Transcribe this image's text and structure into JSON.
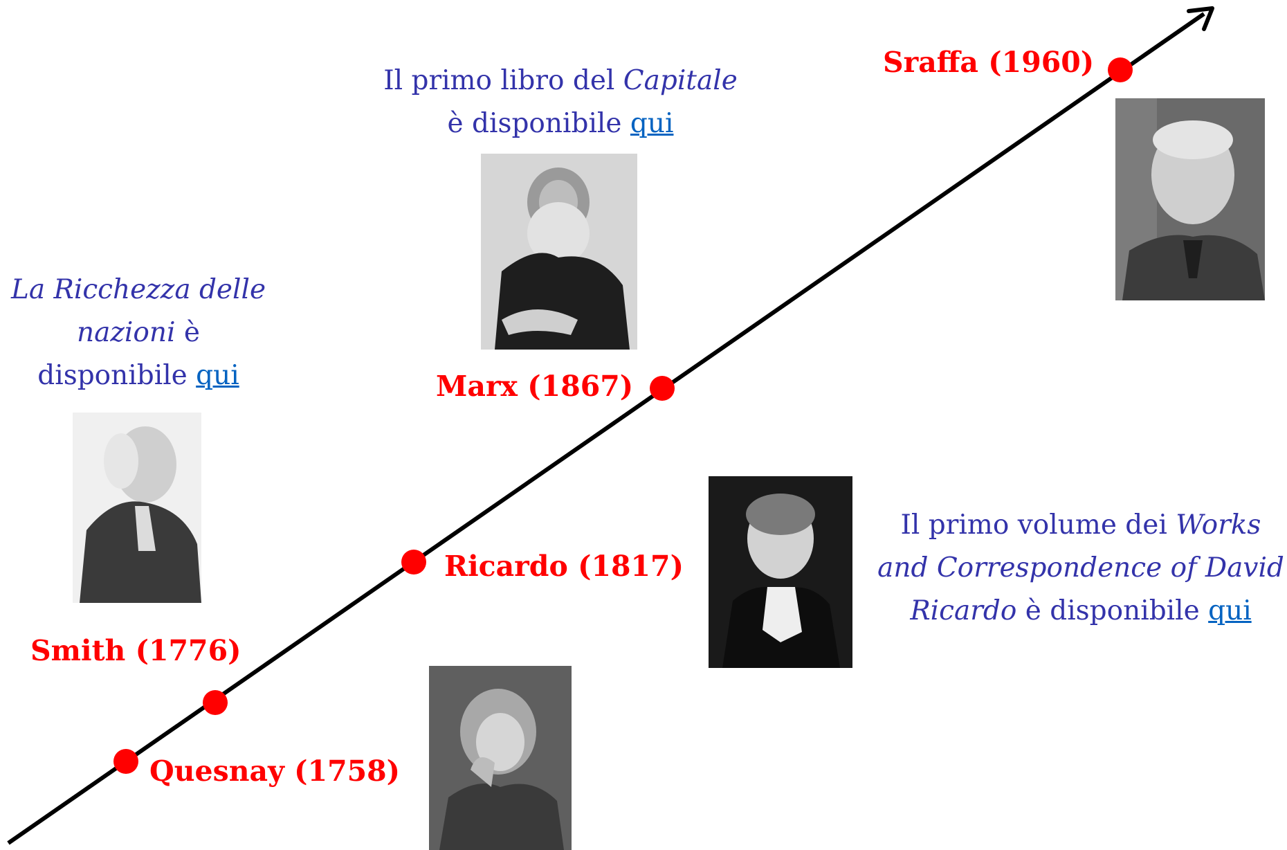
{
  "colors": {
    "line": "#000000",
    "dot": "#ff0000",
    "label": "#ff0000",
    "note_text": "#3333aa",
    "link": "#0563c1"
  },
  "events": [
    {
      "id": "quesnay",
      "label": "Quesnay (1758)"
    },
    {
      "id": "smith",
      "label": "Smith (1776)"
    },
    {
      "id": "ricardo",
      "label": "Ricardo (1817)"
    },
    {
      "id": "marx",
      "label": "Marx (1867)"
    },
    {
      "id": "sraffa",
      "label": "Sraffa (1960)"
    }
  ],
  "notes": {
    "smith": {
      "title": "La Ricchezza delle nazioni",
      "middle": "è disponibile",
      "link": "qui"
    },
    "marx": {
      "prefix": "Il primo libro del",
      "title": "Capitale",
      "middle": "è disponibile",
      "link": "qui"
    },
    "ricardo": {
      "prefix": "Il primo volume dei",
      "title": "Works and Correspondence of David Ricardo",
      "middle": "è disponibile",
      "link": "qui"
    }
  },
  "portraits": [
    {
      "id": "smith",
      "icon": "portrait-smith-icon"
    },
    {
      "id": "marx",
      "icon": "portrait-marx-icon"
    },
    {
      "id": "ricardo",
      "icon": "portrait-ricardo-icon"
    },
    {
      "id": "quesnay",
      "icon": "portrait-quesnay-icon"
    },
    {
      "id": "sraffa",
      "icon": "portrait-sraffa-icon"
    }
  ]
}
